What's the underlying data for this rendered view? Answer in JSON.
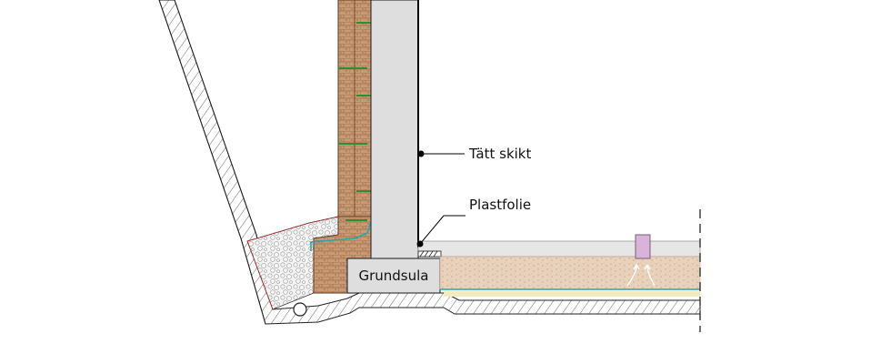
{
  "labels": {
    "tatt_skikt": "Tätt skikt",
    "plastfolie": "Plastfolie",
    "grundsula": "Grundsula"
  },
  "colors": {
    "background": "#ffffff",
    "outline": "#1a1a1a",
    "concrete_wall": "#dedede",
    "insulation_brick": "#c99a74",
    "brick_mortar": "#8a5a3a",
    "slab": "#e6e6e6",
    "sand_fill": "#e8d6c3",
    "gravel_fill": "#f0f0f0",
    "sand_layer": "#f3eac0",
    "drain_membrane": "#2aa6a6",
    "anchor_green": "#2f8f2f",
    "post_pink": "#d9b3d9",
    "frost_line_red": "#d02020"
  },
  "icons": {
    "drain_pipe": "circle-pipe-icon",
    "airflow_arrows": "airflow-arrows-icon"
  }
}
